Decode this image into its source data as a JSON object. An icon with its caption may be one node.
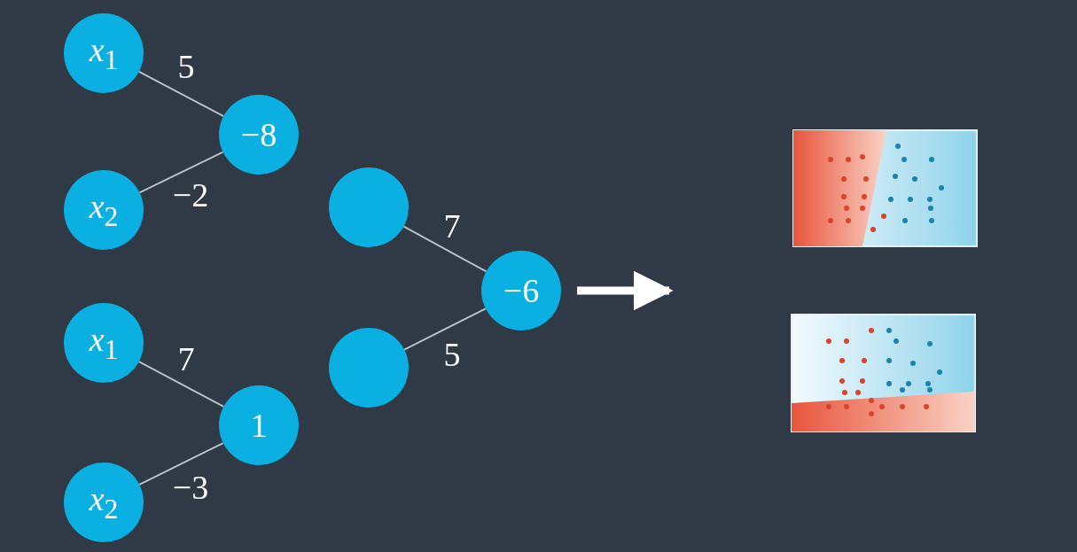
{
  "diagram": {
    "nodes": [
      {
        "text": [
          "*x*$_{1}$"
        ]
      },
      {
        "text": [
          "*x*$_{2}$"
        ]
      },
      {
        "text": [
          "−8"
        ]
      },
      {
        "text": [
          "*x*$_{1}$"
        ]
      },
      {
        "text": [
          "*x*$_{2}$"
        ]
      },
      {
        "text": [
          "1"
        ]
      },
      {
        "text": [],
        "shape": "circle"
      },
      {
        "text": [],
        "shape": "circle"
      },
      {
        "text": [
          "−6"
        ]
      }
    ],
    "edges": [
      {
        "from": 0,
        "to": 2,
        "arrow": "none",
        "label": "5"
      },
      {
        "from": 1,
        "to": 2,
        "arrow": "none",
        "label": "−2"
      },
      {
        "from": 3,
        "to": 5,
        "arrow": "none",
        "label": "7"
      },
      {
        "from": 4,
        "to": 5,
        "arrow": "none",
        "label": "−3"
      },
      {
        "from": 6,
        "to": 8,
        "arrow": "none",
        "label": "7"
      },
      {
        "from": 7,
        "to": 8,
        "arrow": "none",
        "label": "5"
      },
      {
        "from": 8,
        "to": null,
        "arrow": "to",
        "style": "thick",
        "color": "#ffffff"
      }
    ]
  }
}
